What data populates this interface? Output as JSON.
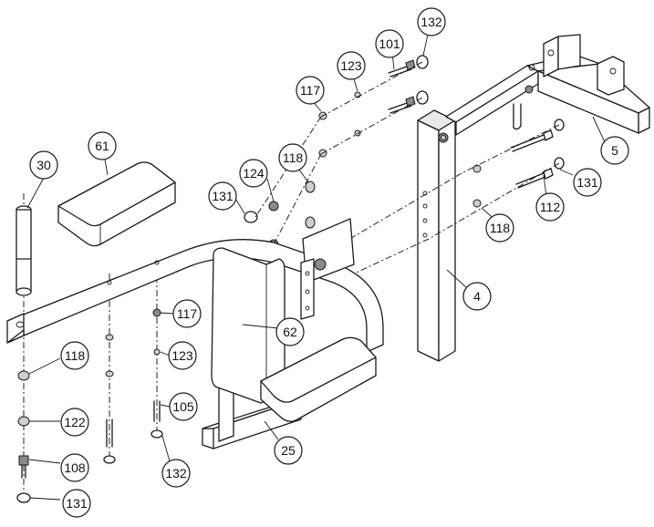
{
  "diagram": {
    "callouts": [
      {
        "id": "c132a",
        "label": "132"
      },
      {
        "id": "c101",
        "label": "101"
      },
      {
        "id": "c123a",
        "label": "123"
      },
      {
        "id": "c117a",
        "label": "117"
      },
      {
        "id": "c118a",
        "label": "118"
      },
      {
        "id": "c124",
        "label": "124"
      },
      {
        "id": "c131a",
        "label": "131"
      },
      {
        "id": "c61",
        "label": "61"
      },
      {
        "id": "c30",
        "label": "30"
      },
      {
        "id": "c5",
        "label": "5"
      },
      {
        "id": "c131b",
        "label": "131"
      },
      {
        "id": "c112",
        "label": "112"
      },
      {
        "id": "c118b",
        "label": "118"
      },
      {
        "id": "c4",
        "label": "4"
      },
      {
        "id": "c62",
        "label": "62"
      },
      {
        "id": "c117b",
        "label": "117"
      },
      {
        "id": "c123b",
        "label": "123"
      },
      {
        "id": "c105",
        "label": "105"
      },
      {
        "id": "c132b",
        "label": "132"
      },
      {
        "id": "c25",
        "label": "25"
      },
      {
        "id": "c118c",
        "label": "118"
      },
      {
        "id": "c122",
        "label": "122"
      },
      {
        "id": "c108",
        "label": "108"
      },
      {
        "id": "c131c",
        "label": "131"
      }
    ]
  }
}
